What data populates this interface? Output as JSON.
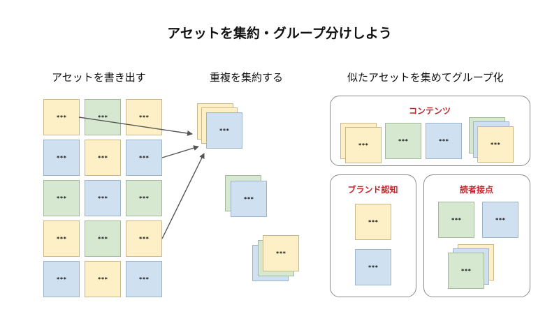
{
  "title": "アセットを集約・グループ分けしよう",
  "columns": {
    "export": "アセットを書き出す",
    "dedupe": "重複を集約する",
    "group": "似たアセットを集めてグループ化"
  },
  "tile_text": "***",
  "groups": {
    "content": "コンテンツ",
    "brand": "ブランド認知",
    "reader": "読者接点"
  },
  "colors": {
    "yellow": "#fdf0c6",
    "green": "#d7e8d1",
    "blue": "#cfe0f1",
    "group_label": "#c0272d"
  }
}
